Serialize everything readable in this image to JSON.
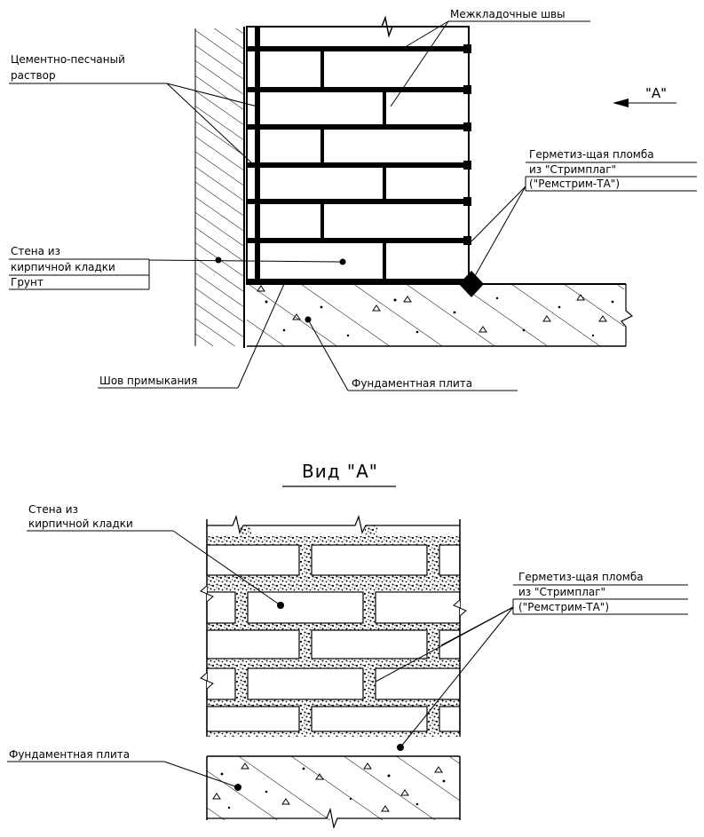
{
  "colors": {
    "ink": "#000000",
    "paper": "#ffffff"
  },
  "section_view": {
    "labels": {
      "mezhkladochnye_shvy": "Межкладочные швы",
      "cement_line1": "Цементно-песчаный",
      "cement_line2": "раствор",
      "view_marker": "\"А\"",
      "sealant_line1": "Герметиз-щая пломба",
      "sealant_line2": "из \"Стримплаг\"",
      "sealant_line3": "(\"Ремстрим-ТА\")",
      "wall_line1": "Стена из",
      "wall_line2": "кирпичной кладки",
      "soil": "Грунт",
      "joint": "Шов примыкания",
      "foundation": "Фундаментная плита"
    }
  },
  "plan_view": {
    "title": "Вид \"А\"",
    "labels": {
      "wall_line1": "Стена из",
      "wall_line2": "кирпичной кладки",
      "sealant_line1": "Герметиз-щая пломба",
      "sealant_line2": "из \"Стримплаг\"",
      "sealant_line3": "(\"Ремстрим-ТА\")",
      "foundation": "Фундаментная плита"
    }
  }
}
